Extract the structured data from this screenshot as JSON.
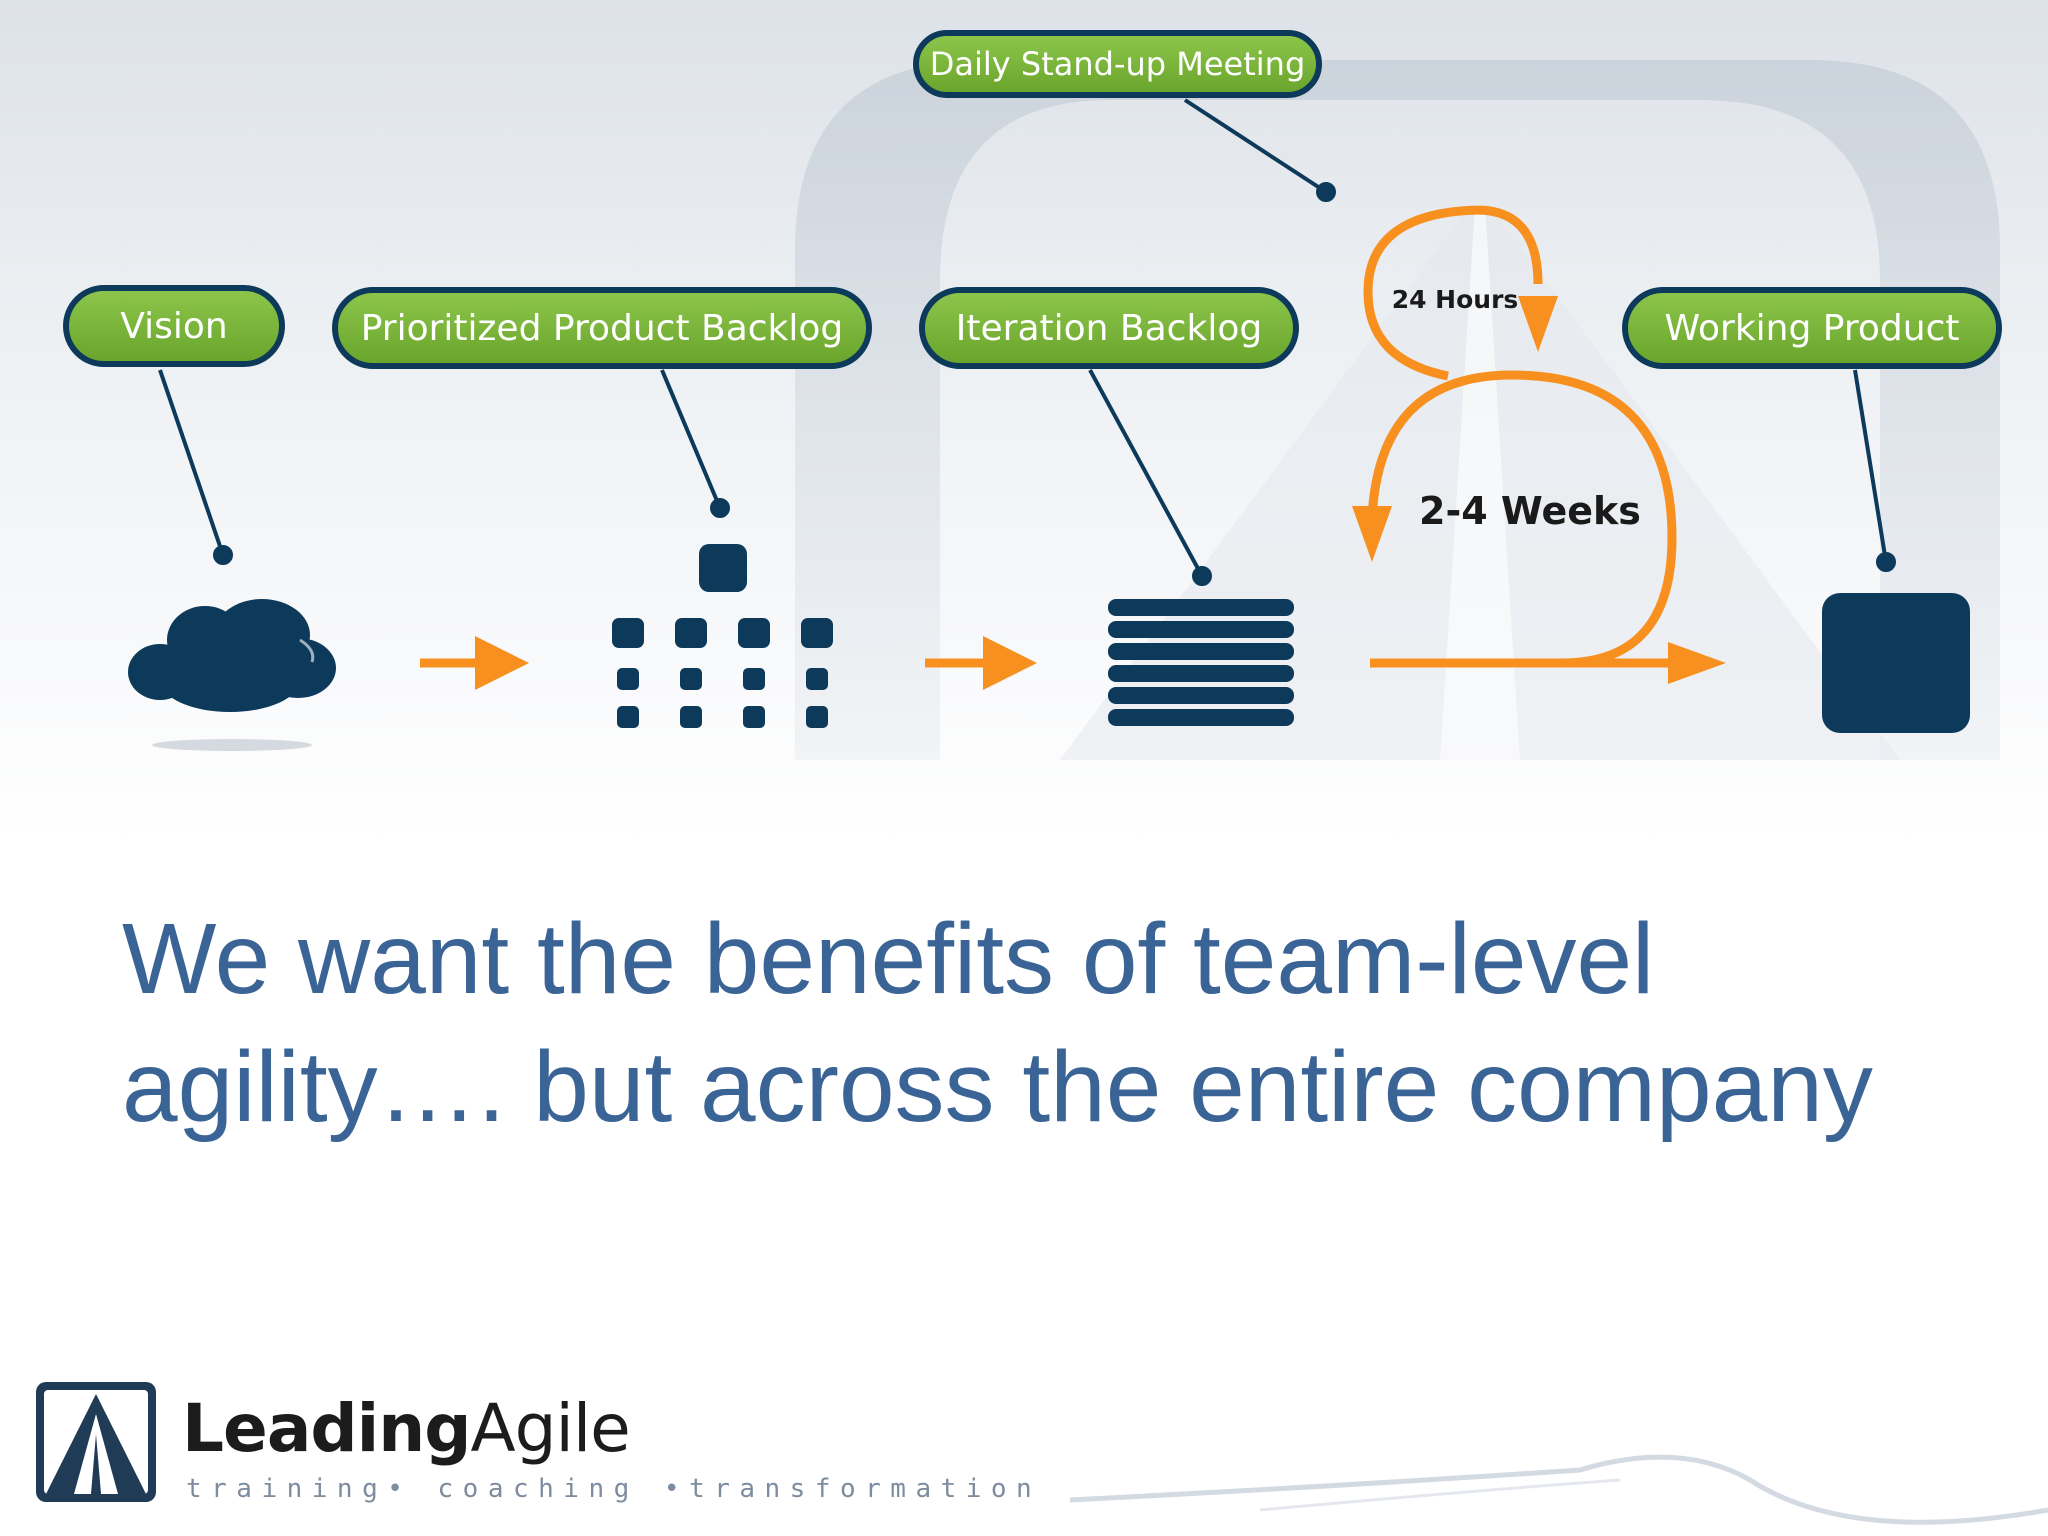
{
  "diagram": {
    "labels": {
      "vision": "Vision",
      "prioritized_backlog": "Prioritized Product Backlog",
      "iteration_backlog": "Iteration Backlog",
      "daily_standup": "Daily Stand-up Meeting",
      "working_product": "Working Product",
      "daily_cycle": "24 Hours",
      "iteration_cycle": "2-4 Weeks"
    },
    "colors": {
      "label_fill": "#7ab83b",
      "label_border": "#0d3a5a",
      "icon_navy": "#0d3a5a",
      "flow_orange": "#f7901e"
    },
    "icons": [
      "cloud-icon",
      "backlog-grid-icon",
      "stacked-list-icon",
      "square-product-icon",
      "arrow-right-icon",
      "cycle-arrow-icon"
    ]
  },
  "headline": {
    "line1": "We want the benefits of team-level",
    "line2": "agility…. but across the entire company",
    "color": "#3b6496"
  },
  "logo": {
    "name_part1": "Leading",
    "name_part2": "Agile",
    "tagline": "training• coaching •transformation"
  }
}
